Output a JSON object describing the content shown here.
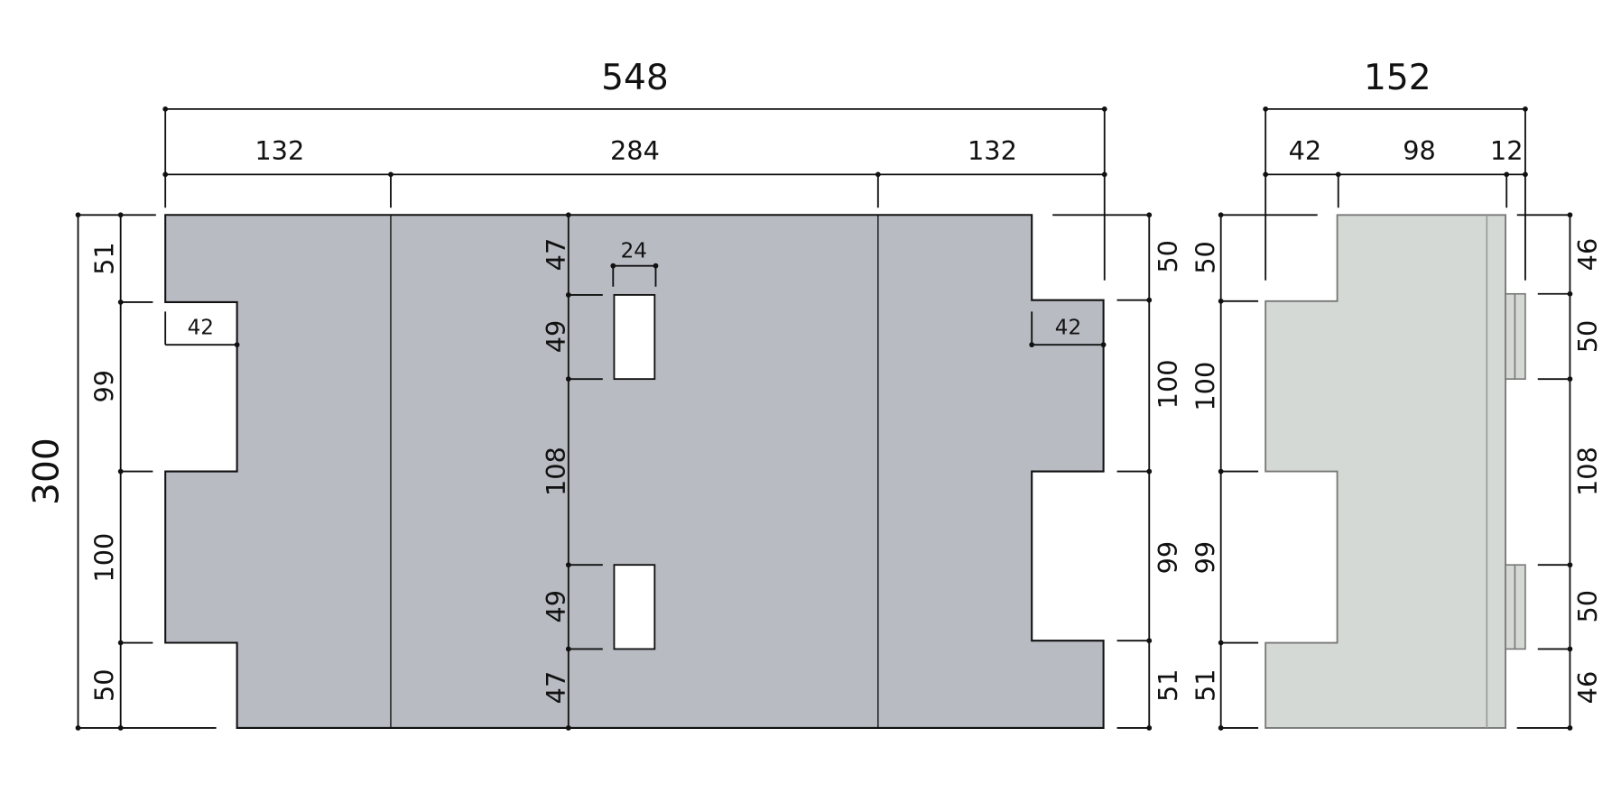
{
  "front_view": {
    "overall_width": "548",
    "width_segments": [
      "132",
      "284",
      "132"
    ],
    "overall_height": "300",
    "left_heights": [
      "51",
      "99",
      "100",
      "50"
    ],
    "right_heights": [
      "50",
      "100",
      "99",
      "51"
    ],
    "center_heights": [
      "47",
      "49",
      "108",
      "49",
      "47"
    ],
    "slot_width": "24",
    "left_notch_depth": "42",
    "right_notch_depth": "42",
    "fill_color": "#b8bbc2"
  },
  "side_view": {
    "overall_width": "152",
    "width_segments": [
      "42",
      "98",
      "12"
    ],
    "left_heights": [
      "50",
      "100",
      "99",
      "51"
    ],
    "right_heights": [
      "46",
      "50",
      "108",
      "50",
      "46"
    ],
    "fill_color": "#d5d9d5"
  }
}
